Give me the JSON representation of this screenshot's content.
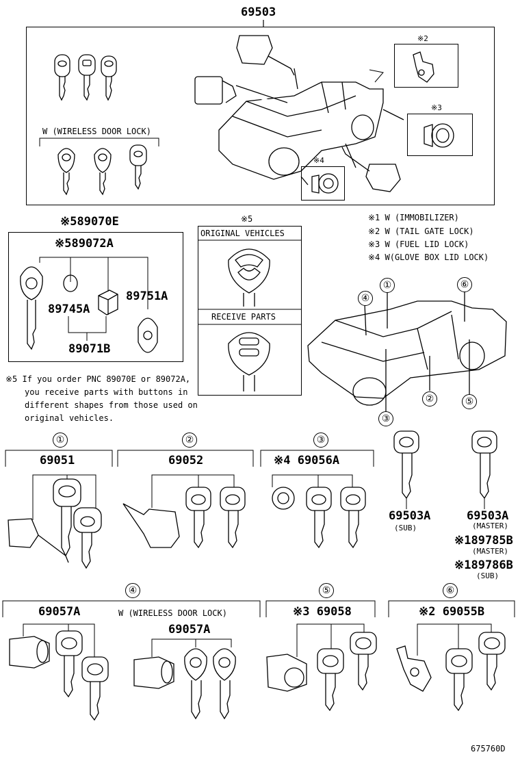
{
  "top": {
    "part": "69503",
    "wireless_label": "W (WIRELESS DOOR LOCK)",
    "note2": "※2",
    "note3": "※3",
    "note4": "※4"
  },
  "kit": {
    "part": "※589070E",
    "sub_part": "※589072A",
    "p89745a": "89745A",
    "p89751a": "89751A",
    "p89071b": "89071B"
  },
  "shape": {
    "mark": "※5",
    "original": "ORIGINAL VEHICLES",
    "receive": "RECEIVE PARTS"
  },
  "notes": [
    "※1 W (IMMOBILIZER)",
    "※2 W (TAIL GATE LOCK)",
    "※3 W (FUEL LID LOCK)",
    "※4 W(GLOVE BOX LID LOCK)"
  ],
  "footnote": [
    "※5 If you order PNC 89070E or 89072A,",
    "you receive parts with buttons in",
    "different shapes from those used on",
    "original vehicles."
  ],
  "callouts": [
    "①",
    "②",
    "③",
    "④",
    "⑤",
    "⑥"
  ],
  "groups": {
    "g1": "69051",
    "g2": "69052",
    "g3": "※4 69056A",
    "keyA": {
      "part": "69503A",
      "sub": "(SUB)"
    },
    "keyB": {
      "part": "69503A",
      "sub": "(MASTER)",
      "p2": "※189785B",
      "p2sub": "(MASTER)",
      "p3": "※189786B",
      "p3sub": "(SUB)"
    },
    "g4": "69057A",
    "g4w_label": "W (WIRELESS DOOR LOCK)",
    "g4w": "69057A",
    "g5": "※3 69058",
    "g6": "※2 69055B"
  },
  "diagram_id": "675760D"
}
